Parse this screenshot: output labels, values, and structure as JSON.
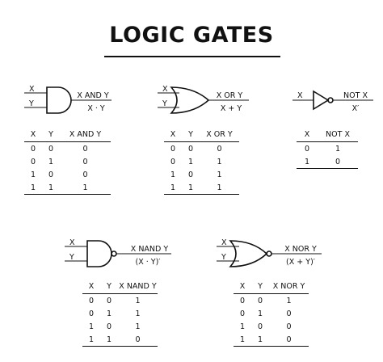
{
  "title": "LOGIC GATES",
  "gates": {
    "and": {
      "input_x": "X",
      "input_y": "Y",
      "output_line1": "X AND Y",
      "output_line2": "X · Y",
      "table": {
        "headers": [
          "X",
          "Y",
          "X AND Y"
        ],
        "rows": [
          [
            "0",
            "0",
            "0"
          ],
          [
            "0",
            "1",
            "0"
          ],
          [
            "1",
            "0",
            "0"
          ],
          [
            "1",
            "1",
            "1"
          ]
        ]
      }
    },
    "or": {
      "input_x": "X",
      "input_y": "Y",
      "output_line1": "X OR Y",
      "output_line2": "X + Y",
      "table": {
        "headers": [
          "X",
          "Y",
          "X OR Y"
        ],
        "rows": [
          [
            "0",
            "0",
            "0"
          ],
          [
            "0",
            "1",
            "1"
          ],
          [
            "1",
            "0",
            "1"
          ],
          [
            "1",
            "1",
            "1"
          ]
        ]
      }
    },
    "not": {
      "input_x": "X",
      "output_line1": "NOT X",
      "output_line2": "X′",
      "table": {
        "headers": [
          "X",
          "NOT X"
        ],
        "rows": [
          [
            "0",
            "1"
          ],
          [
            "1",
            "0"
          ]
        ]
      }
    },
    "nand": {
      "input_x": "X",
      "input_y": "Y",
      "output_line1": "X NAND Y",
      "output_line2": "(X · Y)′",
      "table": {
        "headers": [
          "X",
          "Y",
          "X NAND Y"
        ],
        "rows": [
          [
            "0",
            "0",
            "1"
          ],
          [
            "0",
            "1",
            "1"
          ],
          [
            "1",
            "0",
            "1"
          ],
          [
            "1",
            "1",
            "0"
          ]
        ]
      }
    },
    "nor": {
      "input_x": "X",
      "input_y": "Y",
      "output_line1": "X NOR Y",
      "output_line2": "(X + Y)′",
      "table": {
        "headers": [
          "X",
          "Y",
          "X NOR Y"
        ],
        "rows": [
          [
            "0",
            "0",
            "1"
          ],
          [
            "0",
            "1",
            "0"
          ],
          [
            "1",
            "0",
            "0"
          ],
          [
            "1",
            "1",
            "0"
          ]
        ]
      }
    }
  }
}
